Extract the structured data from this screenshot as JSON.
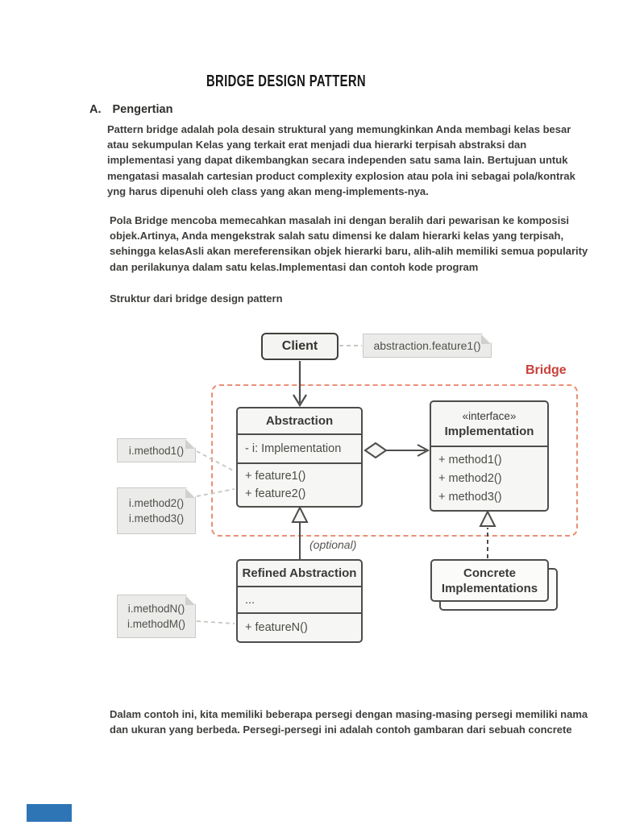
{
  "document": {
    "title": "BRIDGE DESIGN PATTERN",
    "section": {
      "label": "A.",
      "heading": "Pengertian"
    },
    "paragraph1": {
      "lines": [
        " Pattern bridge adalah pola desain struktural yang memungkinkan Anda membagi kelas besar",
        "atau sekumpulan Kelas yang terkait erat menjadi dua hierarki terpisah abstraksi dan",
        "implementasi yang dapat dikembangkan secara independen satu sama lain. Bertujuan untuk",
        "mengatasi masalah cartesian product complexity explosion atau pola ini sebagai pola/kontrak",
        "yng harus dipenuhi oleh class yang akan meng-implements-nya."
      ]
    },
    "paragraph2": {
      "lines": [
        "Pola Bridge mencoba memecahkan masalah ini dengan beralih dari pewarisan ke komposisi",
        "objek.Artinya, Anda mengekstrak salah satu dimensi ke dalam hierarki kelas yang terpisah,",
        "sehingga kelasAsli akan mereferensikan objek hierarki baru, alih-alih memiliki semua popularity",
        "dan perilakunya dalam satu kelas.Implementasi dan contoh kode program"
      ]
    },
    "subtitle": "Struktur dari bridge design pattern",
    "paragraph3": {
      "lines": [
        "Dalam contoh ini, kita memiliki beberapa persegi dengan masing-masing persegi memiliki nama",
        "dan ukuran yang berbeda. Persegi-persegi ini adalah contoh gambaran dari sebuah concrete"
      ]
    }
  },
  "diagram": {
    "client_box": {
      "title": "Client"
    },
    "client_note": {
      "text": "abstraction.feature1()"
    },
    "bridge_label": "Bridge",
    "abstraction_box": {
      "title": "Abstraction",
      "field": "- i: Implementation",
      "method1": "+ feature1()",
      "method2": "+ feature2()"
    },
    "implementation_box": {
      "stereotype": "«interface»",
      "title": "Implementation",
      "method1": "+ method1()",
      "method2": "+ method2()",
      "method3": "+ method3()"
    },
    "refined_box": {
      "title": "Refined Abstraction",
      "field": "...",
      "method1": "+ featureN()"
    },
    "concrete_box": {
      "line1": "Concrete",
      "line2": "Implementations"
    },
    "note_method1": {
      "line1": "i.method1()"
    },
    "note_method23": {
      "line1": "i.method2()",
      "line2": "i.method3()"
    },
    "note_methodNM": {
      "line1": "i.methodN()",
      "line2": "i.methodM()"
    },
    "optional_label": "(optional)"
  },
  "colors": {
    "bridge_red": "#c8403a",
    "bridge_dashed_border": "#ea8f76",
    "box_border": "#4d4d4b",
    "box_fill": "#f6f6f4",
    "note_fill": "#ebebe9",
    "body_text": "#3e3e3c",
    "next_page_accent": "#2e75b6"
  }
}
